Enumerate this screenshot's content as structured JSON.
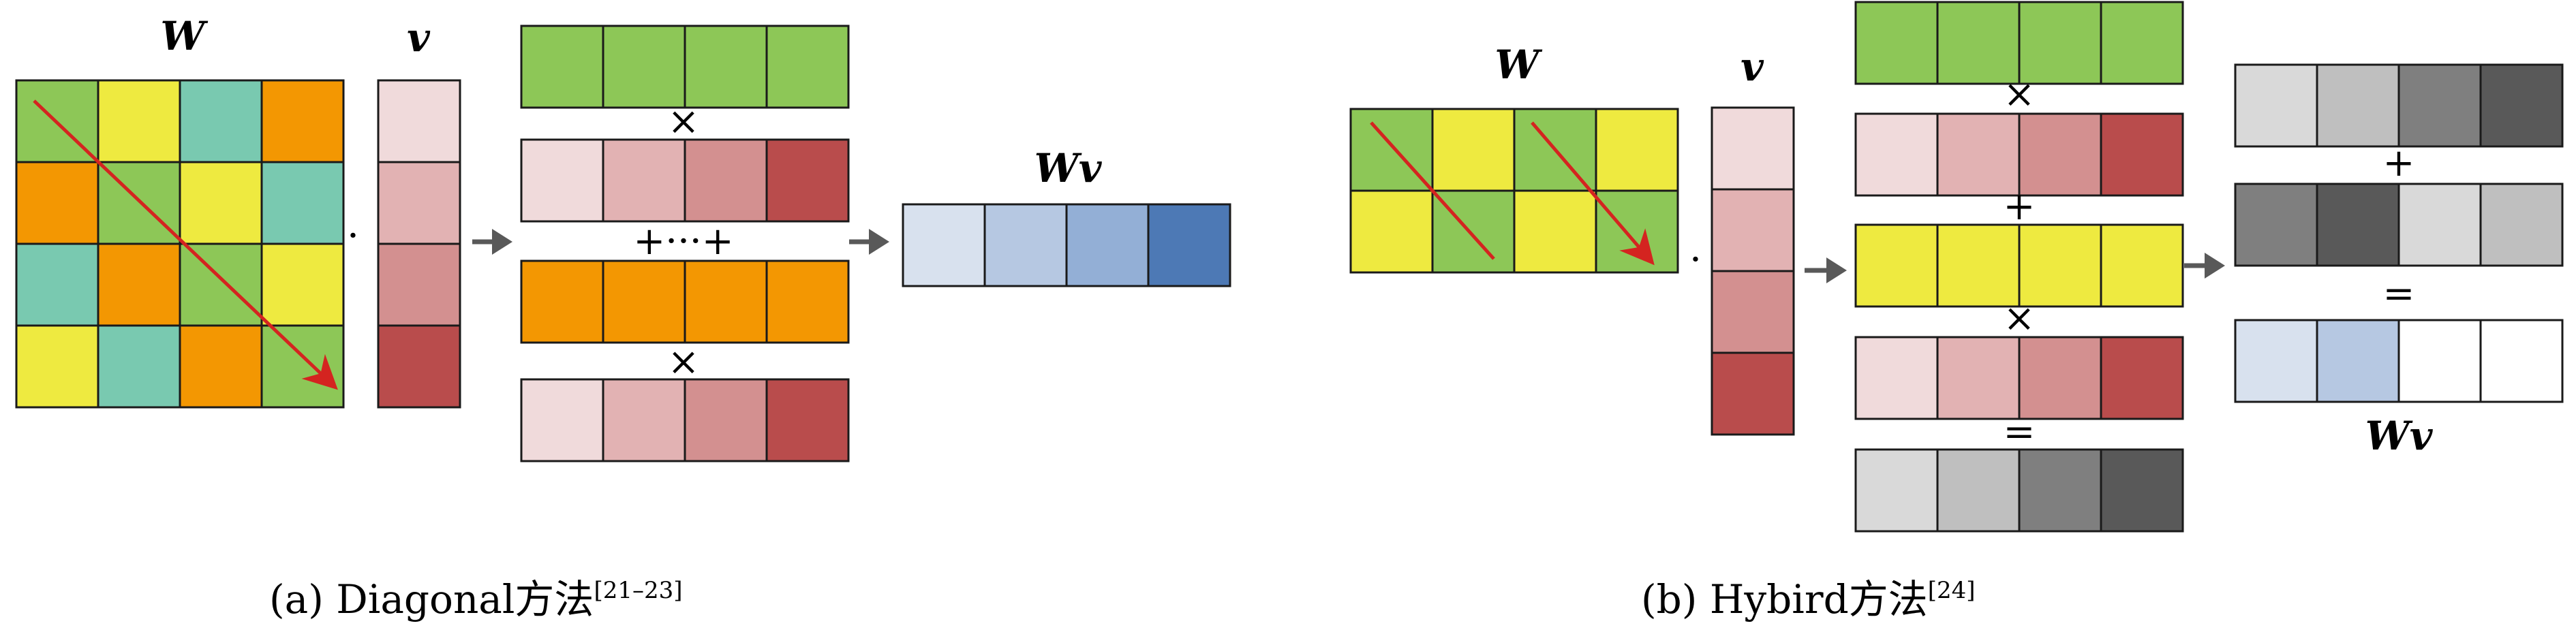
{
  "colors": {
    "green": "#8dc757",
    "yellow": "#eeea40",
    "teal": "#79c9b0",
    "orange": "#f39702",
    "red1": "#f0dadb",
    "red2": "#e2b2b3",
    "red3": "#d39090",
    "red4": "#b94c4c",
    "blue1": "#d8e1ee",
    "blue2": "#b6c8e2",
    "blue3": "#93afd6",
    "blue4": "#4d79b5",
    "gray1": "#d9d9d9",
    "gray2": "#bfbfbf",
    "gray3": "#7f7f7f",
    "gray4": "#595959",
    "white": "#ffffff",
    "arrow_gray": "#595959",
    "diag_red": "#d42420",
    "stroke": "#1a1a1a"
  },
  "panel_a": {
    "W_label": "W",
    "v_label": "v",
    "Wv_label": "Wv",
    "dot": "·",
    "matrix_W": [
      [
        "green",
        "yellow",
        "teal",
        "orange"
      ],
      [
        "orange",
        "green",
        "yellow",
        "teal"
      ],
      [
        "teal",
        "orange",
        "green",
        "yellow"
      ],
      [
        "yellow",
        "teal",
        "orange",
        "green"
      ]
    ],
    "vector_v": [
      "red1",
      "red2",
      "red3",
      "red4"
    ],
    "stack": [
      [
        "green",
        "green",
        "green",
        "green"
      ],
      [
        "red1",
        "red2",
        "red3",
        "red4"
      ],
      [
        "orange",
        "orange",
        "orange",
        "orange"
      ],
      [
        "red1",
        "red2",
        "red3",
        "red4"
      ]
    ],
    "ops": [
      "×",
      "+···+",
      "×"
    ],
    "result": [
      "blue1",
      "blue2",
      "blue3",
      "blue4"
    ],
    "caption": {
      "main": "(a) Diagonal方法",
      "sup": "[21–23]"
    }
  },
  "panel_b": {
    "W_label": "W",
    "v_label": "v",
    "Wv_label": "Wv",
    "dot": "·",
    "matrix_W": [
      [
        "green",
        "yellow",
        "green",
        "yellow"
      ],
      [
        "yellow",
        "green",
        "yellow",
        "green"
      ]
    ],
    "vector_v": [
      "red1",
      "red2",
      "red3",
      "red4"
    ],
    "stack": [
      [
        "green",
        "green",
        "green",
        "green"
      ],
      [
        "red1",
        "red2",
        "red3",
        "red4"
      ],
      [
        "yellow",
        "yellow",
        "yellow",
        "yellow"
      ],
      [
        "red1",
        "red2",
        "red3",
        "red4"
      ],
      [
        "gray1",
        "gray2",
        "gray3",
        "gray4"
      ]
    ],
    "ops": [
      "×",
      "+",
      "×",
      "="
    ],
    "right_stack": [
      [
        "gray1",
        "gray2",
        "gray3",
        "gray4"
      ],
      [
        "gray3",
        "gray4",
        "gray1",
        "gray2"
      ],
      [
        "blue1",
        "blue2",
        "white",
        "white"
      ]
    ],
    "right_ops": [
      "+",
      "="
    ],
    "caption": {
      "main": "(b) Hybird方法",
      "sup": "[24]"
    }
  }
}
